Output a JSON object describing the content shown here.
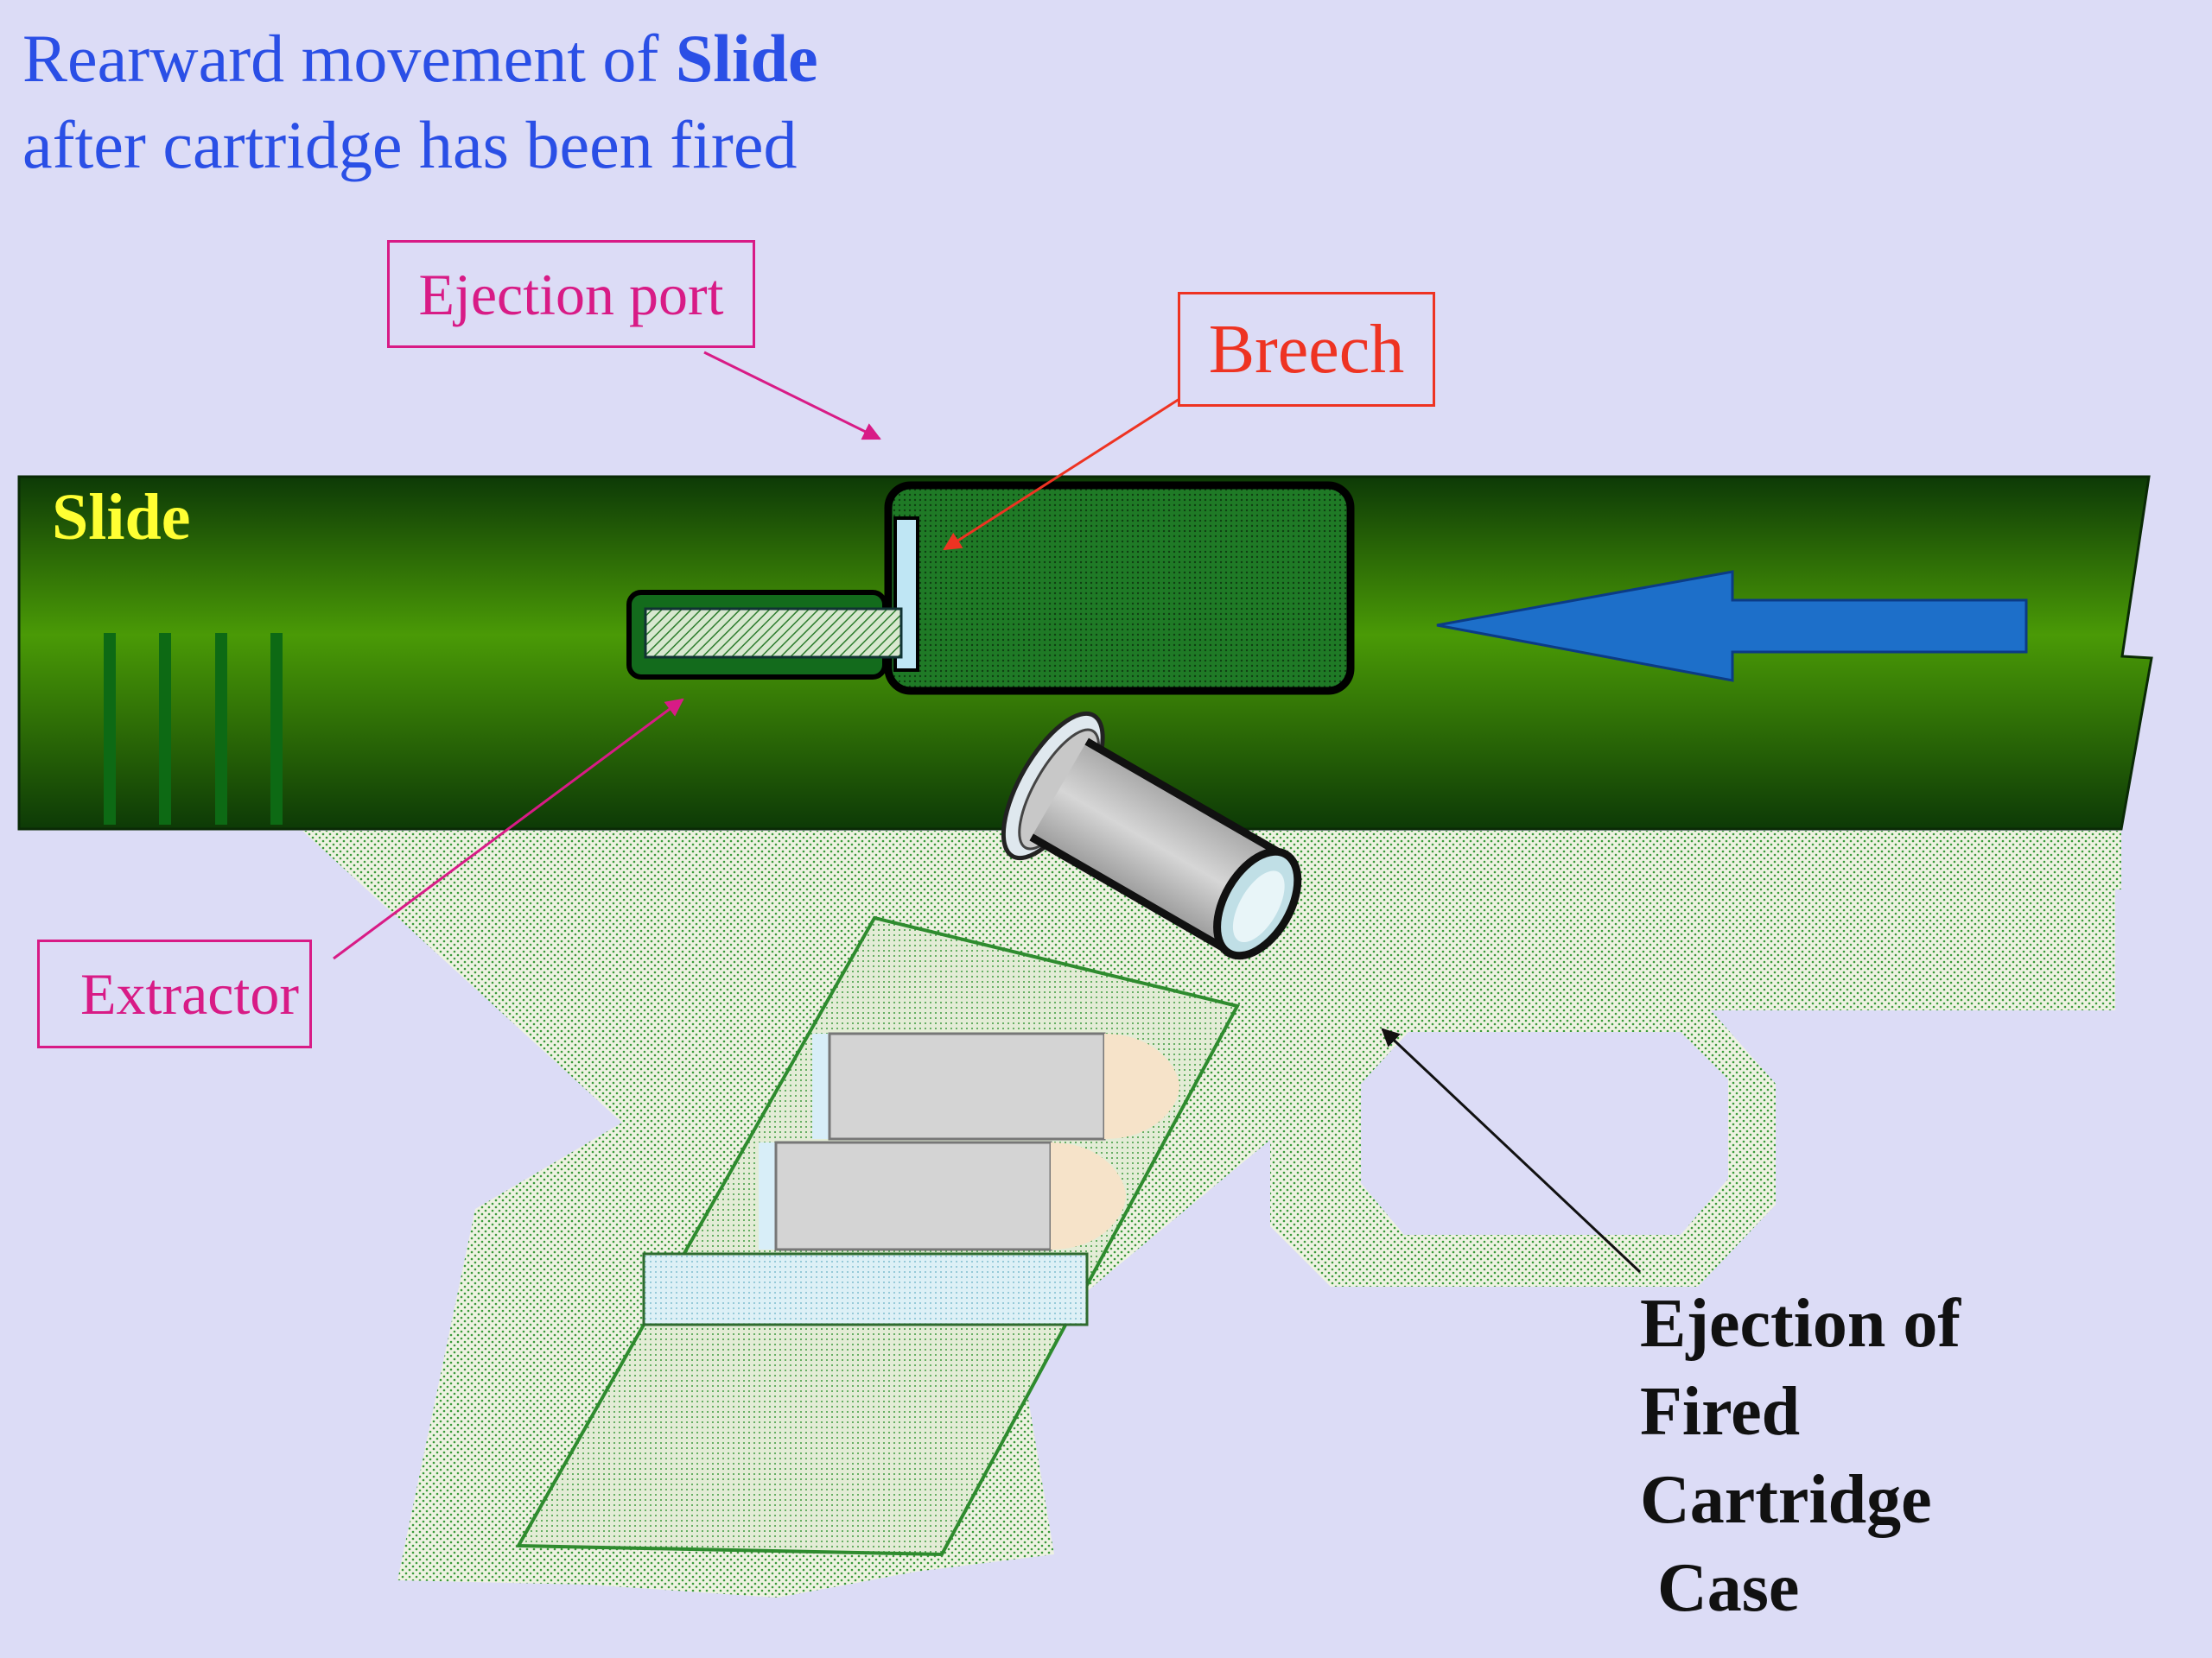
{
  "title": {
    "line1_prefix": "Rearward movement of ",
    "line1_bold": "Slide",
    "line2": "after cartridge has been fired"
  },
  "labels": {
    "ejection_port": "Ejection port",
    "breech": "Breech",
    "slide": "Slide",
    "extractor": "Extractor",
    "ejection_line1": "Ejection of",
    "ejection_line2": "Fired",
    "ejection_line3": "Cartridge",
    "ejection_line4": " Case"
  },
  "colors": {
    "background": "#dcdcf6",
    "title": "#2a4fe6",
    "slide_dark": "#0d3a06",
    "slide_mid": "#4a9a06",
    "slide_label": "#ffff33",
    "ejection_port": "#d81b86",
    "breech": "#ee3322",
    "extractor": "#d81b86",
    "arrow": "#1d6fc9",
    "frame_dots": "#3a9a3a"
  },
  "icons": {
    "direction_arrow": "arrow-left-icon"
  }
}
